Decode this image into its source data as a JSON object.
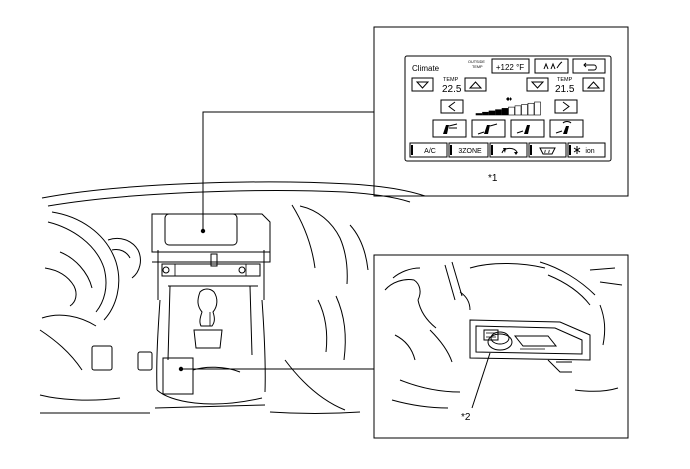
{
  "callouts": {
    "top": "*1",
    "bottom": "*2"
  },
  "climate_screen": {
    "title": "Climate",
    "outside_label_line1": "OUTSIDE",
    "outside_label_line2": "TEMP",
    "outside_temp": "+122 °F",
    "left_temp_label": "TEMP",
    "left_temp_value": "22.5",
    "right_temp_label": "TEMP",
    "right_temp_value": "21.5",
    "fan_level_fraction": 0.5,
    "bottom_buttons": [
      "A/C",
      "3ZONE",
      "",
      "",
      "ion"
    ],
    "icons": {
      "mode_button": "seat-airflow-icon",
      "back_button": "return-arrow-icon",
      "temp_up": "triangle-up-icon",
      "temp_down": "triangle-down-icon",
      "fan_decrease": "chevron-left-icon",
      "fan_increase": "chevron-right-icon",
      "fan": "fan-icon",
      "airflow_modes": [
        "face-vent-icon",
        "face-feet-vent-icon",
        "feet-vent-icon",
        "feet-defrost-icon"
      ],
      "recirculation": "recirculation-icon",
      "rear_defrost": "rear-defroster-icon",
      "ion": "ion-icon"
    }
  }
}
